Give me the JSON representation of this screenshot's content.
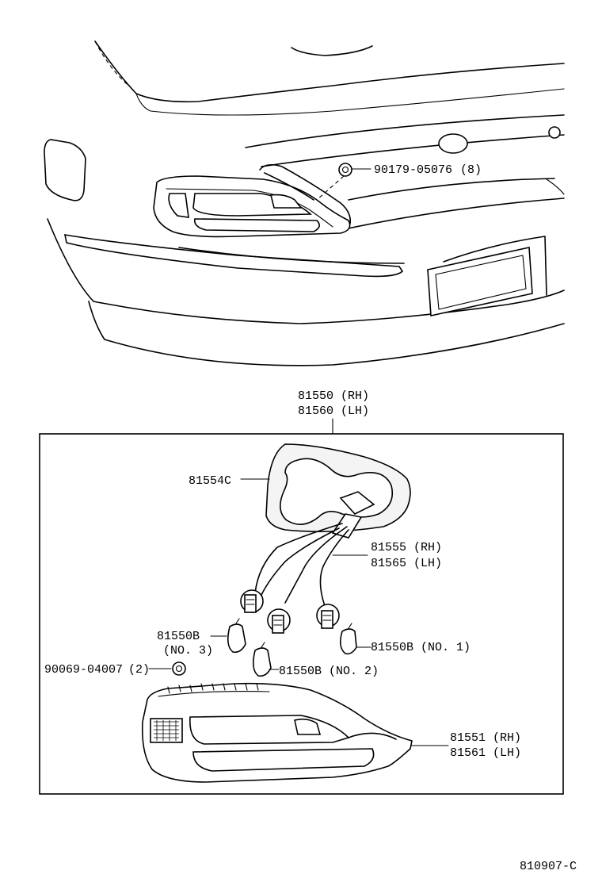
{
  "diagram_code": "810907-C",
  "parts": {
    "screw_top": {
      "part": "90179-05076",
      "qty": "(8)"
    },
    "assembly": {
      "rh": "81550 (RH)",
      "lh": "81560 (LH)"
    },
    "gasket": "81554C",
    "socket_wire": {
      "rh": "81555 (RH)",
      "lh": "81565 (LH)"
    },
    "bulb_no3": {
      "part": "81550B",
      "note": "(NO. 3)"
    },
    "bulb_no1": "81550B (NO. 1)",
    "bulb_no2": "81550B (NO. 2)",
    "nut": {
      "part": "90069-04007",
      "qty": "(2)"
    },
    "lens": {
      "rh": "81551 (RH)",
      "lh": "81561 (LH)"
    }
  }
}
